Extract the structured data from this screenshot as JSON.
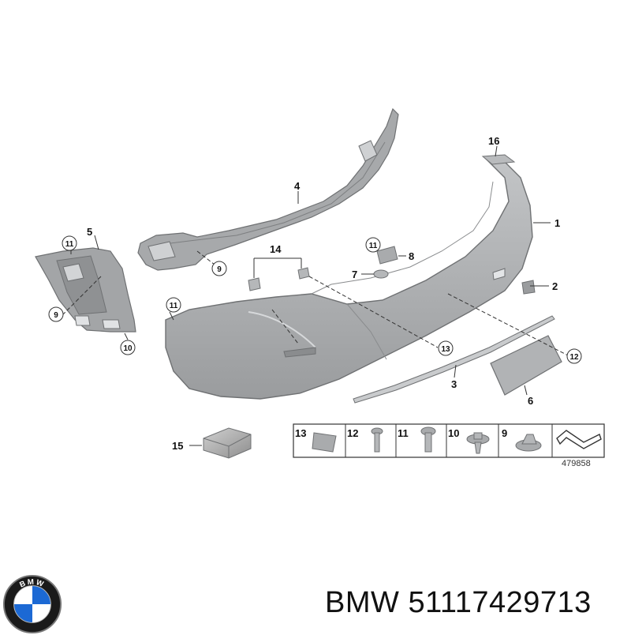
{
  "callouts": [
    {
      "id": "1",
      "label": "1"
    },
    {
      "id": "2",
      "label": "2"
    },
    {
      "id": "3",
      "label": "3"
    },
    {
      "id": "4",
      "label": "4"
    },
    {
      "id": "5",
      "label": "5"
    },
    {
      "id": "6",
      "label": "6"
    },
    {
      "id": "7",
      "label": "7"
    },
    {
      "id": "8",
      "label": "8"
    },
    {
      "id": "9a",
      "label": "9"
    },
    {
      "id": "9b",
      "label": "9"
    },
    {
      "id": "10",
      "label": "10"
    },
    {
      "id": "11a",
      "label": "11"
    },
    {
      "id": "11b",
      "label": "11"
    },
    {
      "id": "11c",
      "label": "11"
    },
    {
      "id": "12",
      "label": "12"
    },
    {
      "id": "13",
      "label": "13"
    },
    {
      "id": "14",
      "label": "14"
    },
    {
      "id": "15",
      "label": "15"
    },
    {
      "id": "16",
      "label": "16"
    }
  ],
  "fastener_table": [
    {
      "label": "13"
    },
    {
      "label": "12"
    },
    {
      "label": "11"
    },
    {
      "label": "10"
    },
    {
      "label": "9"
    }
  ],
  "drawing_id": "479858",
  "brand": {
    "name": "BMW",
    "part_number": "51117429713",
    "logo_text": "BMW"
  },
  "colors": {
    "part_fill": "#a9abad",
    "part_stroke": "#6f7173",
    "logo_blue": "#1c69d4"
  }
}
